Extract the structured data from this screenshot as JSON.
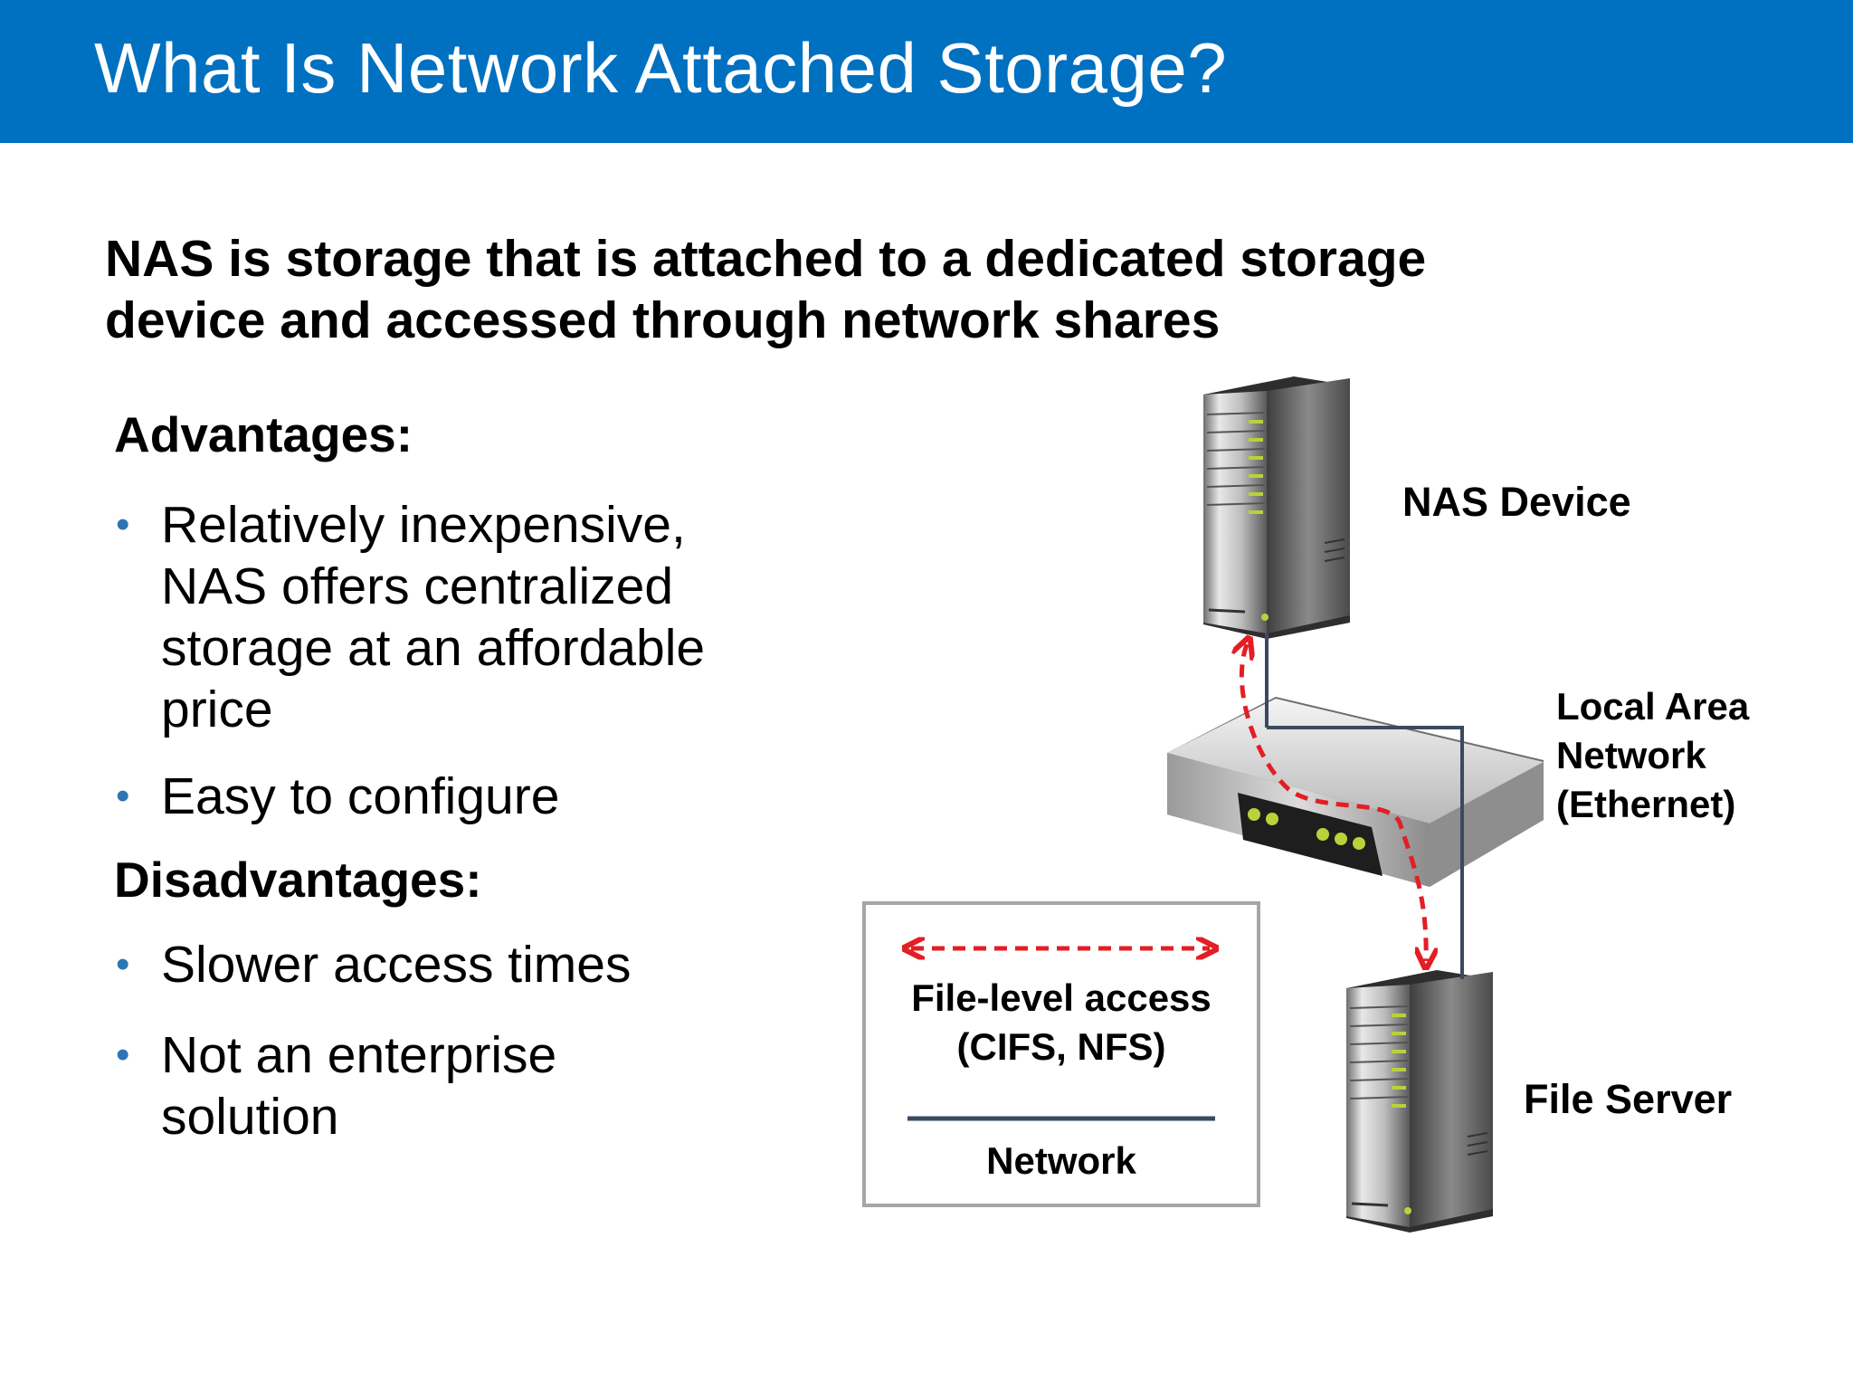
{
  "header": {
    "title": "What Is Network Attached Storage?"
  },
  "lead": {
    "line1": "NAS is storage that is attached to a dedicated storage",
    "line2": "device and accessed through network shares"
  },
  "advantages": {
    "heading": "Advantages:",
    "items": [
      "Relatively inexpensive,\nNAS offers centralized\nstorage at an affordable\nprice",
      "Easy to configure"
    ]
  },
  "disadvantages": {
    "heading": "Disadvantages:",
    "items": [
      "Slower access times",
      "Not an enterprise\nsolution"
    ]
  },
  "diagram": {
    "nas_label": "NAS Device",
    "lan_label": [
      "Local Area",
      "Network",
      "(Ethernet)"
    ],
    "file_server_label": "File Server",
    "legend": {
      "file_access_line1": "File-level access",
      "file_access_line2": "(CIFS, NFS)",
      "network": "Network"
    }
  },
  "colors": {
    "title_bar": "#0070c0",
    "bullet": "#2e75b6",
    "access_arrow": "#e31e24",
    "network_line": "#3a4a5f"
  }
}
